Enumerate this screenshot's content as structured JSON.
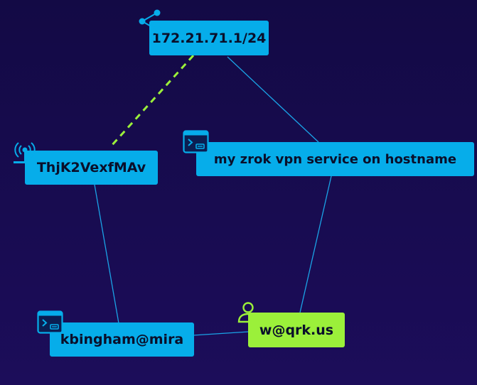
{
  "colors": {
    "background": "#170b50",
    "node_blue": "#06adea",
    "node_green": "#9bf03a",
    "edge": "#1aa3e6",
    "edge_dashed": "#9bf03a",
    "node_text": "#0a0f2a"
  },
  "nodes": [
    {
      "id": "share",
      "label": "172.21.71.1/24",
      "icon": "share-icon"
    },
    {
      "id": "private-access",
      "label": "ThjK2VexfMAv",
      "icon": "antenna-icon"
    },
    {
      "id": "vpn-service",
      "label": "my zrok vpn service on hostname",
      "icon": "terminal-icon"
    },
    {
      "id": "environment",
      "label": "kbingham@mira",
      "icon": "terminal-icon"
    },
    {
      "id": "account",
      "label": "w@qrk.us",
      "icon": "user-icon"
    }
  ],
  "edges": [
    {
      "from": "share",
      "to": "private-access",
      "style": "dashed"
    },
    {
      "from": "share",
      "to": "vpn-service",
      "style": "solid"
    },
    {
      "from": "vpn-service",
      "to": "account",
      "style": "solid"
    },
    {
      "from": "private-access",
      "to": "environment",
      "style": "solid"
    },
    {
      "from": "environment",
      "to": "account",
      "style": "solid"
    }
  ]
}
